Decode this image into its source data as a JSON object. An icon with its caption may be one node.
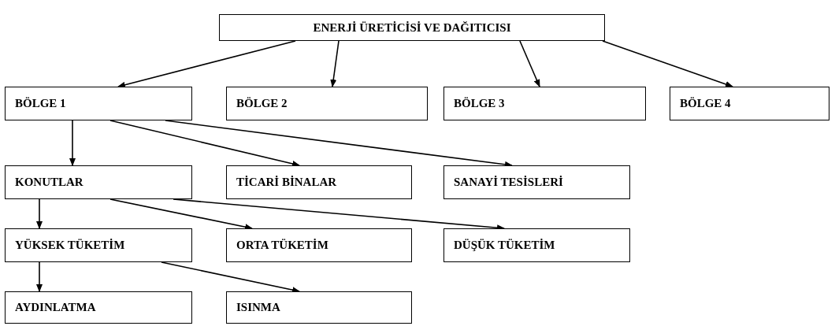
{
  "diagram": {
    "nodes": [
      {
        "text": [
          "ENERJİ ÜRETİCİSİ VE DAĞITICISI"
        ]
      },
      {
        "text": [
          "BÖLGE 1"
        ]
      },
      {
        "text": [
          "BÖLGE 2"
        ]
      },
      {
        "text": [
          "BÖLGE 3"
        ]
      },
      {
        "text": [
          "BÖLGE 4"
        ]
      },
      {
        "text": [
          "KONUTLAR"
        ]
      },
      {
        "text": [
          "TİCARİ BİNALAR"
        ]
      },
      {
        "text": [
          "SANAYİ TESİSLERİ"
        ]
      },
      {
        "text": [
          "YÜKSEK TÜKETİM"
        ]
      },
      {
        "text": [
          "ORTA TÜKETİM"
        ]
      },
      {
        "text": [
          "DÜŞÜK TÜKETİM"
        ]
      },
      {
        "text": [
          "AYDINLATMA"
        ]
      },
      {
        "text": [
          "ISINMA"
        ]
      }
    ],
    "edges": [
      {
        "from": 0,
        "to": 1,
        "arrow": "to"
      },
      {
        "from": 0,
        "to": 2,
        "arrow": "to"
      },
      {
        "from": 0,
        "to": 3,
        "arrow": "to"
      },
      {
        "from": 0,
        "to": 4,
        "arrow": "to"
      },
      {
        "from": 1,
        "to": 5,
        "arrow": "to"
      },
      {
        "from": 1,
        "to": 6,
        "arrow": "to"
      },
      {
        "from": 1,
        "to": 7,
        "arrow": "to"
      },
      {
        "from": 5,
        "to": 8,
        "arrow": "to"
      },
      {
        "from": 5,
        "to": 9,
        "arrow": "to"
      },
      {
        "from": 5,
        "to": 10,
        "arrow": "to"
      },
      {
        "from": 8,
        "to": 11,
        "arrow": "to"
      },
      {
        "from": 8,
        "to": 12,
        "arrow": "to"
      }
    ]
  }
}
